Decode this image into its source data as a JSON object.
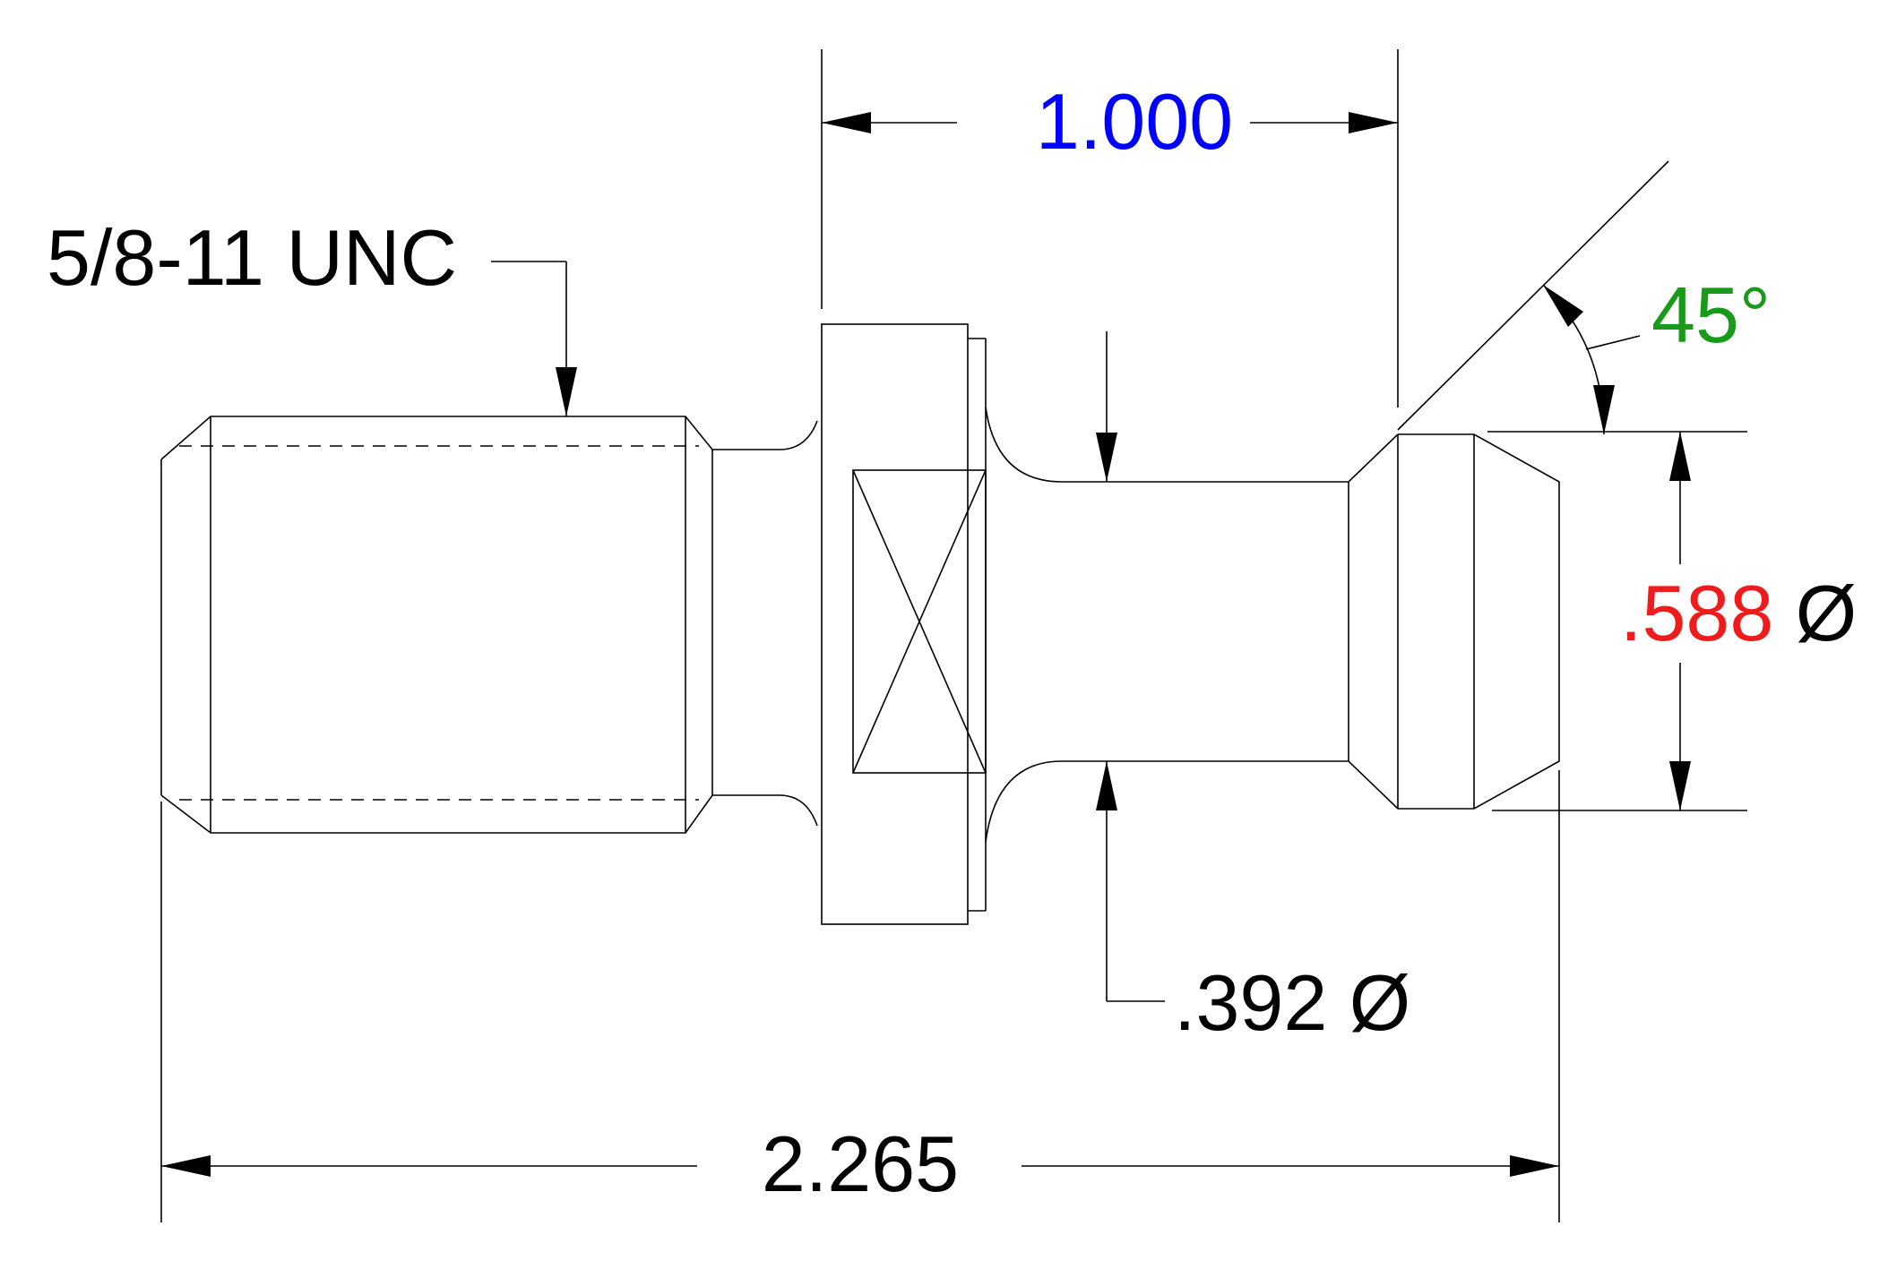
{
  "drawing": {
    "thread_callout": "5/8-11 UNC",
    "dim_length_shank": "1.000",
    "dim_angle": "45°",
    "dim_head_dia_value": ".588",
    "dim_head_dia_symbol": "Ø",
    "dim_neck_dia": ".392 Ø",
    "dim_overall_length": "2.265"
  },
  "colors": {
    "linework": "#000000",
    "length_shank": "#0000ff",
    "angle": "#1a9a1a",
    "head_dia": "#ee1c1c",
    "default_text": "#000000"
  }
}
